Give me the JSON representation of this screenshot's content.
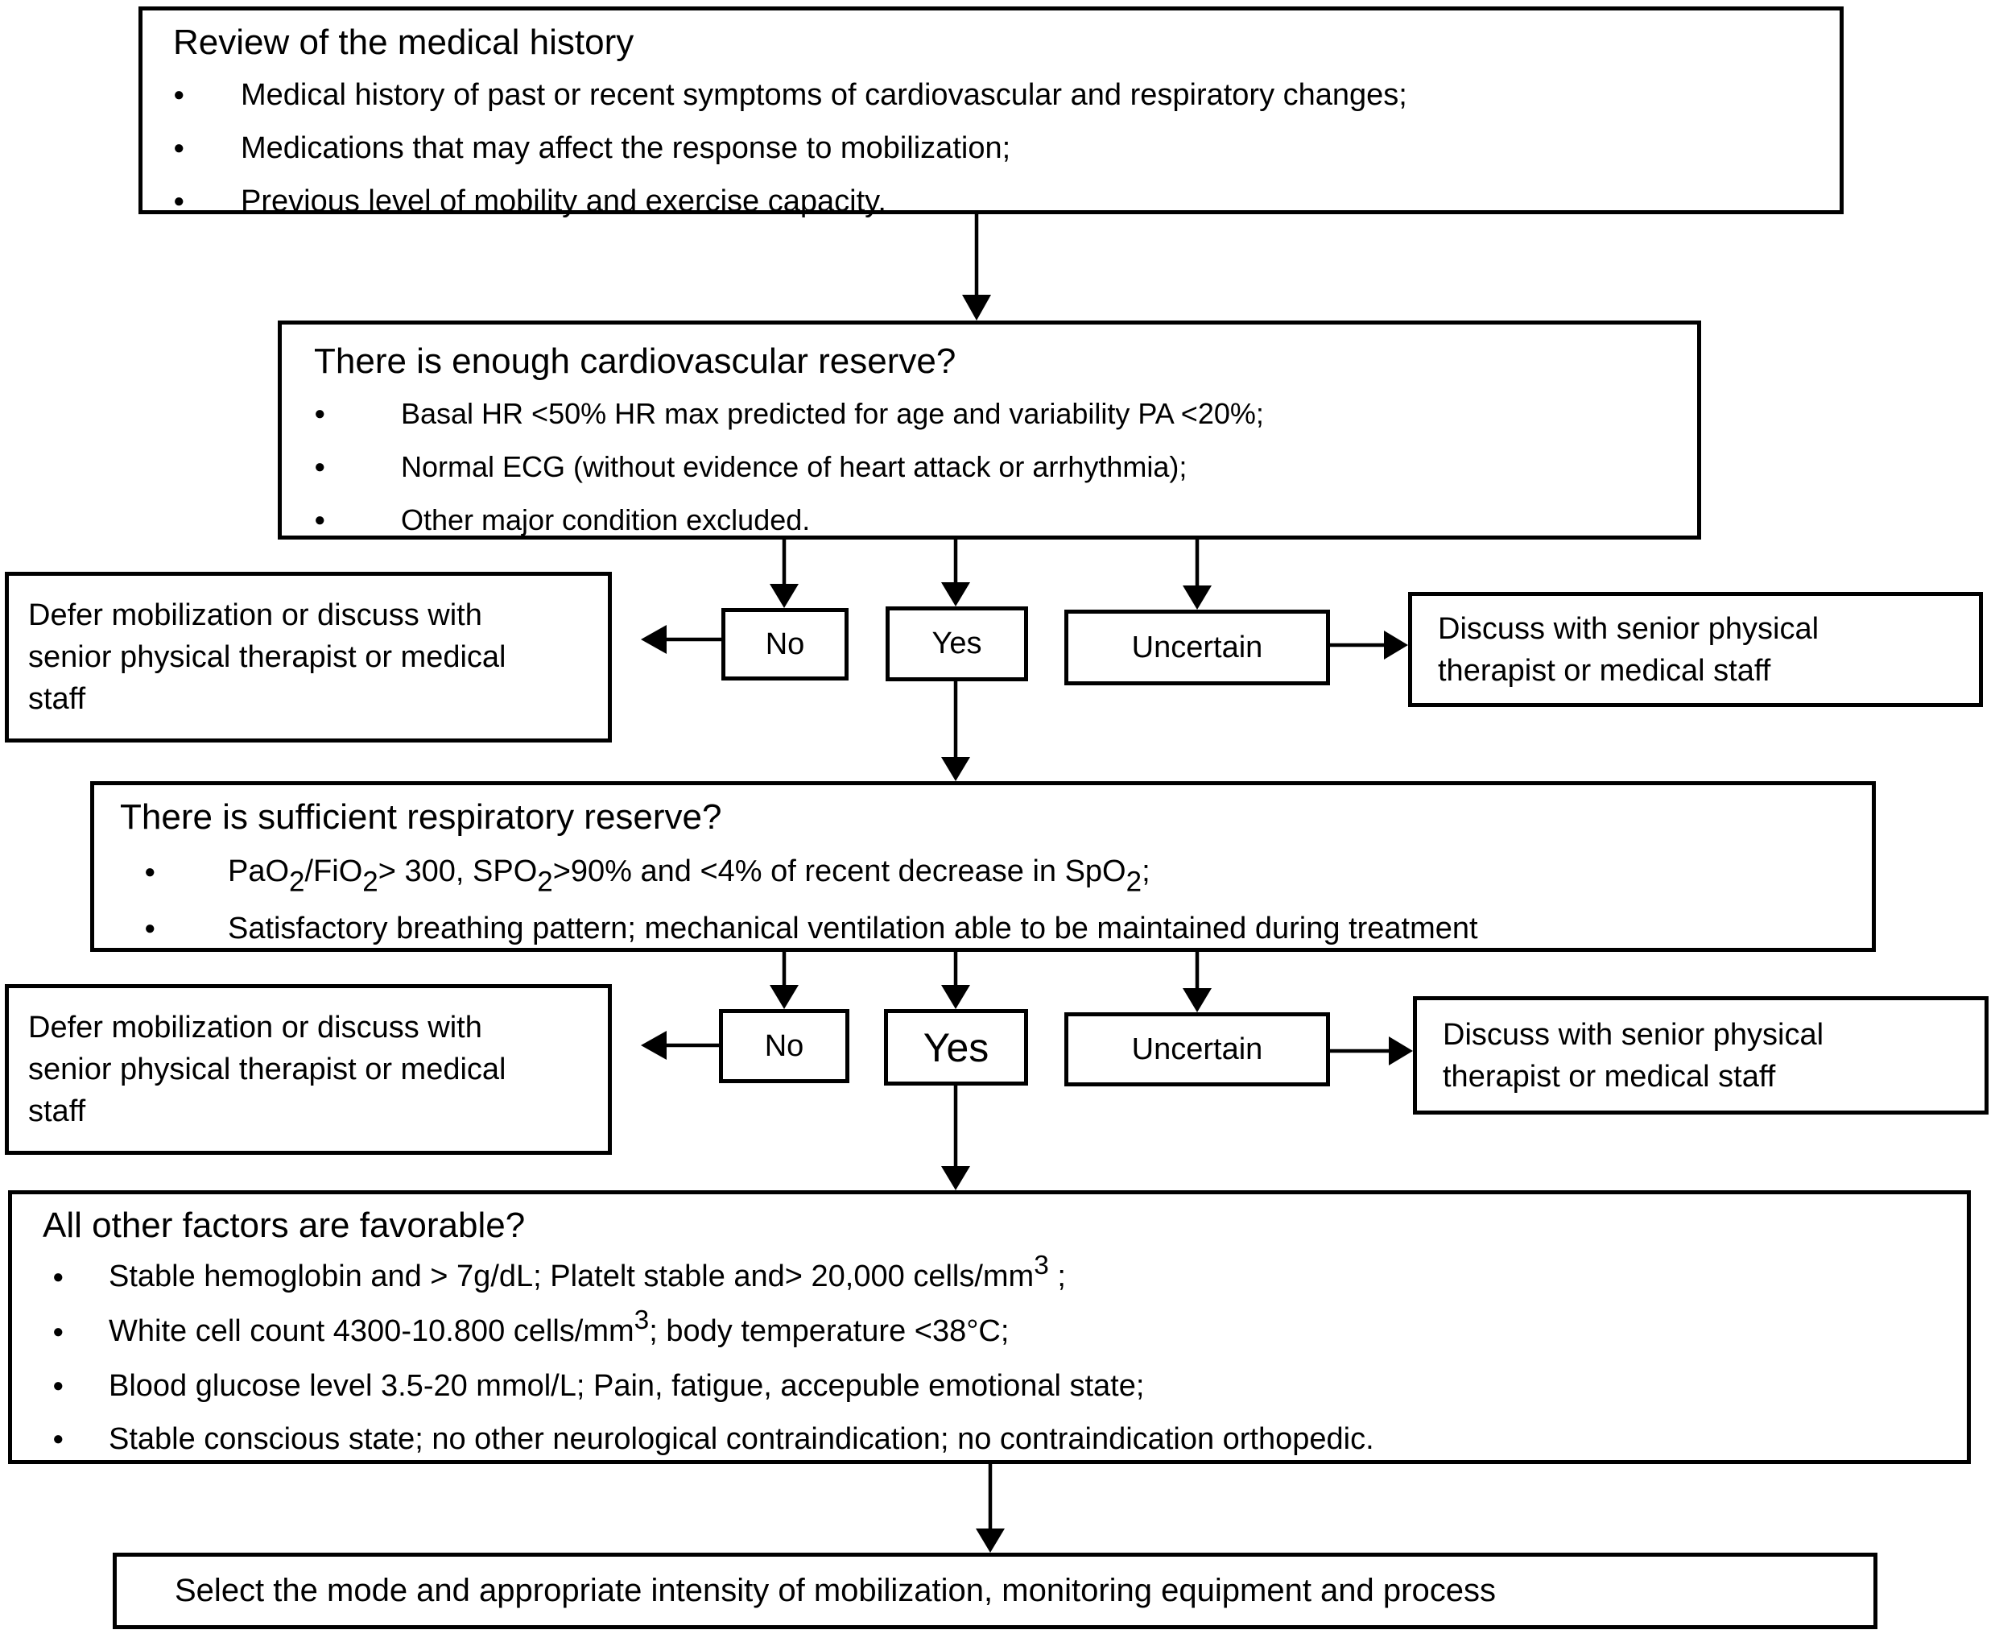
{
  "colors": {
    "ink": "#000000",
    "paper": "#ffffff"
  },
  "glyphs": {
    "bullet": "●"
  },
  "review": {
    "title": "Review of the medical history",
    "bullets": [
      "Medical history of past or recent symptoms of cardiovascular and respiratory changes;",
      "Medications that may affect the response to mobilization;",
      "Previous level of mobility and exercise capacity."
    ]
  },
  "cardio": {
    "title": "There is enough cardiovascular reserve?",
    "bullets": [
      "Basal HR <50% HR max predicted for age and variability PA <20%;",
      "Normal ECG (without evidence of heart attack or arrhythmia);",
      "Other major condition excluded."
    ]
  },
  "decisions1": {
    "no": "No",
    "yes": "Yes",
    "uncertain": "Uncertain"
  },
  "decisions2": {
    "no": "No",
    "yes": "Yes",
    "uncertain": "Uncertain"
  },
  "defer1": {
    "text": "Defer mobilization or discuss with senior physical therapist or medical staff"
  },
  "defer2": {
    "text": "Defer mobilization or discuss with senior physical therapist or medical staff"
  },
  "discuss1": {
    "text": "Discuss with senior physical therapist or medical staff"
  },
  "discuss2": {
    "text": "Discuss with senior physical therapist or medical staff"
  },
  "respiratory": {
    "title": "There is sufficient respiratory reserve?",
    "bullet1": [
      {
        "t": "PaO"
      },
      {
        "t": "2",
        "v": "sub"
      },
      {
        "t": "/FiO"
      },
      {
        "t": "2",
        "v": "sub"
      },
      {
        "t": "> 300, SPO"
      },
      {
        "t": "2",
        "v": "sub"
      },
      {
        "t": ">90% and <4% of recent decrease in SpO"
      },
      {
        "t": "2",
        "v": "sub"
      },
      {
        "t": ";"
      }
    ],
    "bullet2": "Satisfactory breathing pattern; mechanical ventilation able to be maintained during treatment"
  },
  "factors": {
    "title": "All other factors are favorable?",
    "bullet1": [
      {
        "t": "Stable hemoglobin and > 7g/dL; Platelt stable and> 20,000 cells/mm"
      },
      {
        "t": "3",
        "v": "sup"
      },
      {
        "t": " ;"
      }
    ],
    "bullet2": [
      {
        "t": "White cell count 4300-10.800 cells/mm"
      },
      {
        "t": "3",
        "v": "sup"
      },
      {
        "t": "; body temperature <38°C;"
      }
    ],
    "bullet3": "Blood glucose level 3.5-20 mmol/L; Pain, fatigue, accepuble emotional state;",
    "bullet4": "Stable conscious state; no other neurological contraindication; no contraindication orthopedic."
  },
  "select": {
    "text": "Select the mode and appropriate intensity of mobilization, monitoring equipment and process"
  }
}
